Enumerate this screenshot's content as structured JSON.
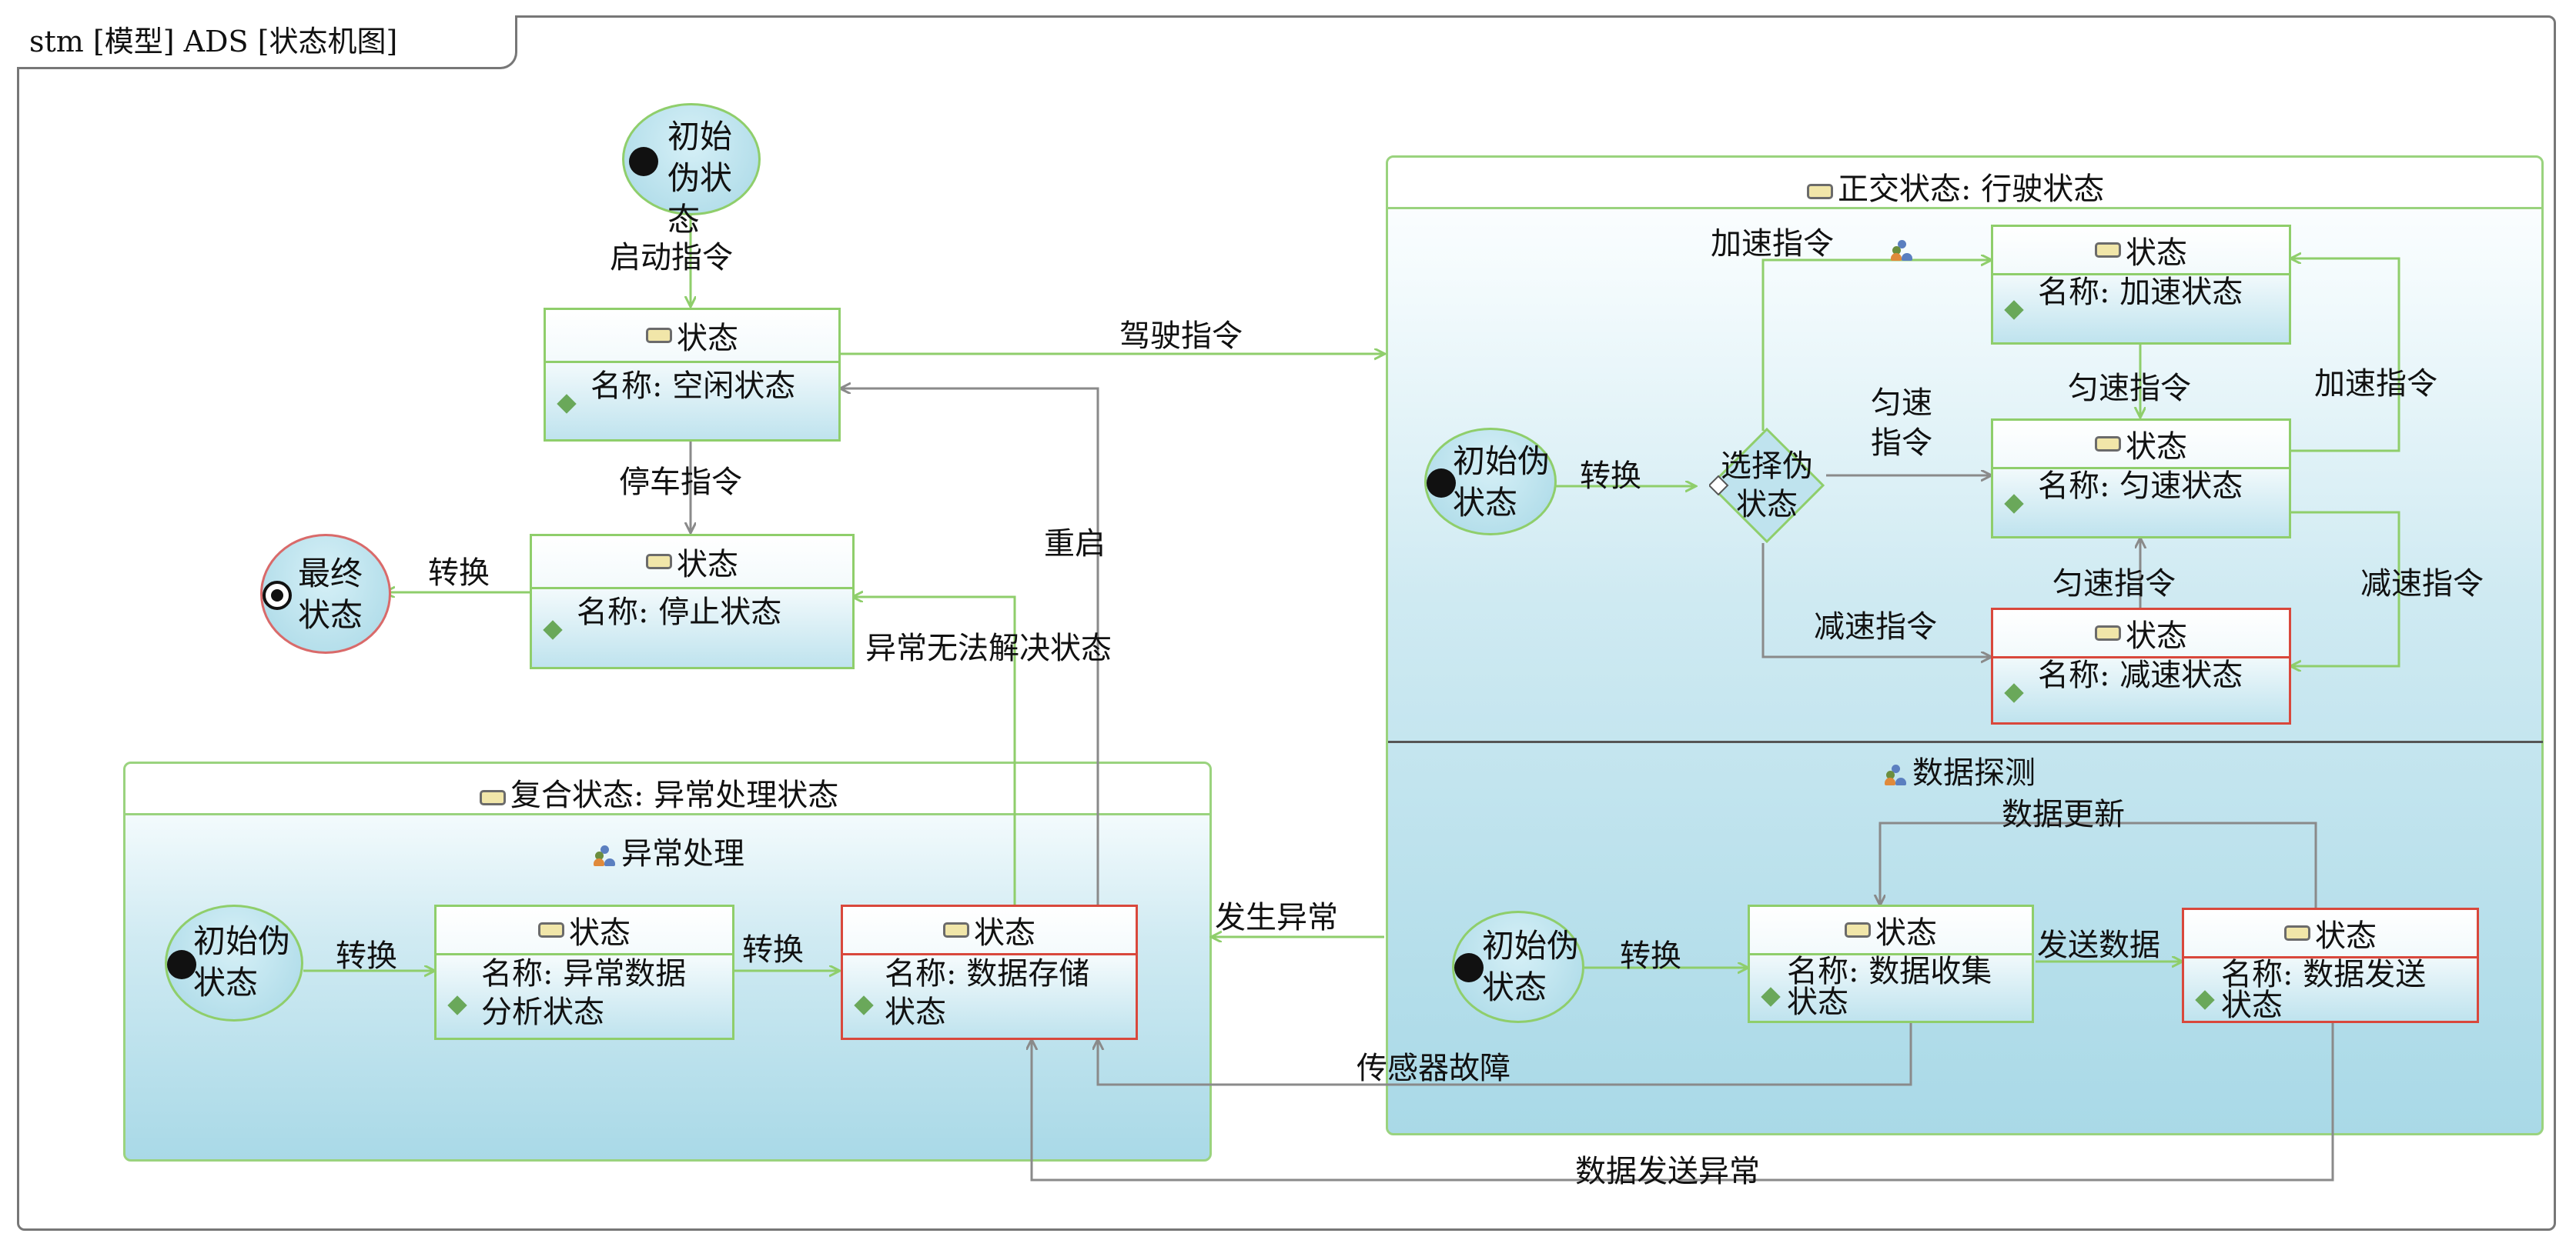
{
  "frame": {
    "title": "stm [模型] ADS [状态机图]"
  },
  "colors": {
    "border_green": "#8fce6b",
    "border_red": "#d9483c",
    "arrow_green": "#8fce6b",
    "arrow_gray": "#8a8a8a",
    "fill_blue": "#a9d9e7"
  },
  "main": {
    "initial": {
      "text": "初始\n伪状态"
    },
    "final": {
      "text": "最终\n状态"
    },
    "idle": {
      "header": "状态",
      "name": "名称: 空闲状态"
    },
    "stop": {
      "header": "状态",
      "name": "名称: 停止状态"
    }
  },
  "driving": {
    "title": "正交状态: 行驶状态",
    "initial_text": "初始伪\n状态",
    "choice_text": "选择伪\n状态",
    "accel": {
      "header": "状态",
      "name": "名称: 加速状态"
    },
    "uniform": {
      "header": "状态",
      "name": "名称: 匀速状态"
    },
    "decel": {
      "header": "状态",
      "name": "名称: 减速状态"
    }
  },
  "detection": {
    "title": "数据探测",
    "initial_text": "初始伪\n状态",
    "collect": {
      "header": "状态",
      "name": "名称: 数据收集\n状态"
    },
    "send": {
      "header": "状态",
      "name": "名称: 数据发送\n状态"
    }
  },
  "exception": {
    "title": "复合状态: 异常处理状态",
    "subtitle": "异常处理",
    "initial_text": "初始伪\n状态",
    "analysis": {
      "header": "状态",
      "name": "名称: 异常数据\n分析状态"
    },
    "storage": {
      "header": "状态",
      "name": "名称: 数据存储\n状态"
    }
  },
  "transitions": {
    "start": "启动指令",
    "drive": "驾驶指令",
    "park": "停车指令",
    "to_final": "转换",
    "restart": "重启",
    "unresolved": "异常无法解决状态",
    "drive_init": "转换",
    "accel_cmd_left": "加速指令",
    "uniform_cmd_left": "匀速\n指令",
    "decel_cmd_left": "减速指令",
    "uniform_from_accel": "匀速指令",
    "accel_cmd_right": "加速指令",
    "uniform_from_decel": "匀速指令",
    "decel_cmd_right": "减速指令",
    "occur_exception": "发生异常",
    "data_update": "数据更新",
    "detect_init": "转换",
    "send_data": "发送数据",
    "sensor_fault": "传感器故障",
    "send_exception": "数据发送异常",
    "exc_init": "转换",
    "exc_to_storage": "转换"
  }
}
